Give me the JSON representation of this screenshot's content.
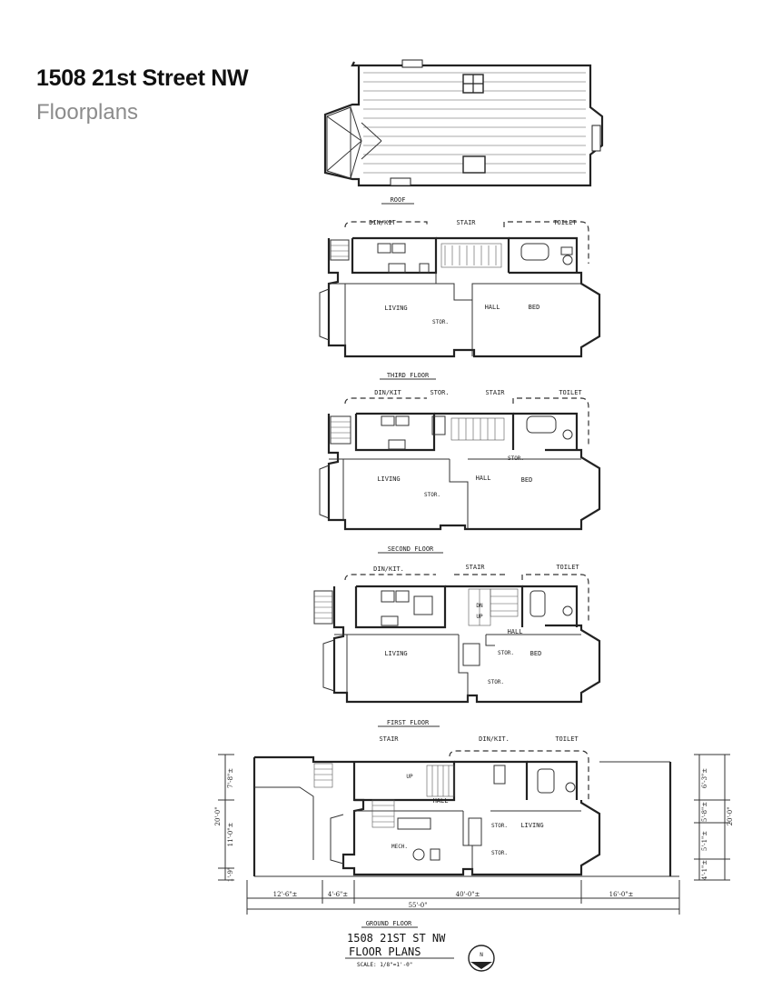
{
  "header": {
    "title": "1508 21st Street NW",
    "subtitle": "Floorplans"
  },
  "plans": [
    {
      "caption": "ROOF",
      "labels": []
    },
    {
      "caption": "THIRD FLOOR",
      "labels": [
        "DIN/KIT",
        "STAIR",
        "TOILET",
        "LIVING",
        "HALL",
        "BED",
        "STOR."
      ]
    },
    {
      "caption": "SECOND FLOOR",
      "labels": [
        "DIN/KIT",
        "STOR.",
        "STAIR",
        "TOILET",
        "LIVING",
        "HALL",
        "BED",
        "STOR.",
        "STOR."
      ]
    },
    {
      "caption": "FIRST FLOOR",
      "labels": [
        "DIN/KIT.",
        "STAIR",
        "TOILET",
        "LIVING",
        "DN",
        "UP",
        "HALL",
        "STOR.",
        "BED",
        "STOR."
      ]
    },
    {
      "caption": "GROUND FLOOR",
      "labels": [
        "STAIR",
        "DIN/KIT.",
        "TOILET",
        "UP",
        "HALL",
        "STOR.",
        "LIVING",
        "STOR.",
        "MECH."
      ]
    }
  ],
  "dimensions": {
    "bottom": [
      "12'-6\"±",
      "4'-6\"±",
      "40'-0\"±",
      "16'-0\"±"
    ],
    "overall": "55'-0\"",
    "left": [
      "7'-8\"±",
      "20'-0\"",
      "11'-0\"±",
      "1'-9\""
    ],
    "right": [
      "6'-3\"±",
      "5'-8\"±",
      "20'-0\"",
      "5'-1\"±",
      "4'-1\"±"
    ]
  },
  "title_block": {
    "line1": "1508 21ST ST NW",
    "line2": "FLOOR PLANS",
    "scale": "SCALE: 1/8\"=1'-0\"",
    "north": "N"
  }
}
